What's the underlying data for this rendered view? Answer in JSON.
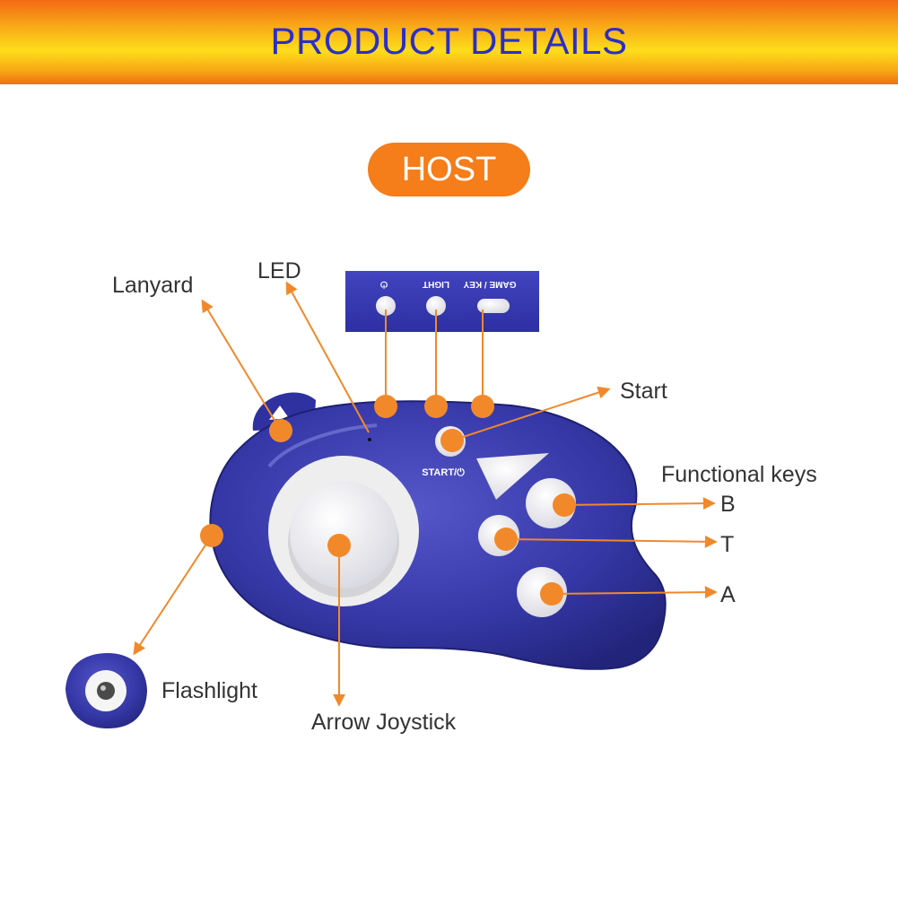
{
  "banner": {
    "title": "PRODUCT DETAILS"
  },
  "section": {
    "title": "HOST"
  },
  "labels": {
    "lanyard": "Lanyard",
    "led": "LED",
    "start": "Start",
    "functional_keys": "Functional keys",
    "key_b": "B",
    "key_t": "T",
    "key_a": "A",
    "flashlight": "Flashlight",
    "arrow_joystick": "Arrow Joystick"
  },
  "device": {
    "start_text": "START/⏻",
    "top_panel_labels": {
      "power": "⏻",
      "light": "LIGHT",
      "game_key": "GAME / KEY"
    }
  },
  "colors": {
    "accent_orange": "#f57d1a",
    "title_blue": "#2b2ec8",
    "device_blue": "#3537a6",
    "callout_orange": "#f1892a"
  }
}
